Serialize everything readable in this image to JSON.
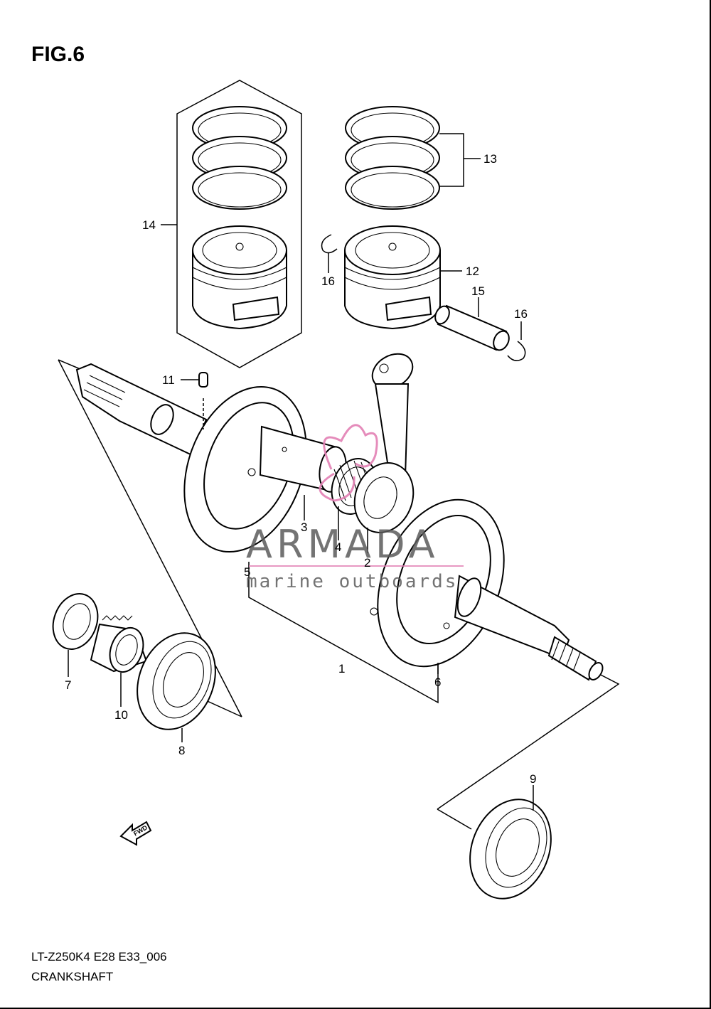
{
  "figure": {
    "title": "FIG.6"
  },
  "callouts": [
    "1",
    "2",
    "3",
    "4",
    "5",
    "6",
    "7",
    "8",
    "9",
    "10",
    "11",
    "12",
    "13",
    "14",
    "15",
    "16",
    "16"
  ],
  "watermark": {
    "brand": "ARMADA",
    "tagline": "marine outboards",
    "accent_color": "#e27fb4"
  },
  "fwd_label": "FWD",
  "footer": {
    "code": "LT-Z250K4 E28 E33_006",
    "name": "CRANKSHAFT"
  }
}
